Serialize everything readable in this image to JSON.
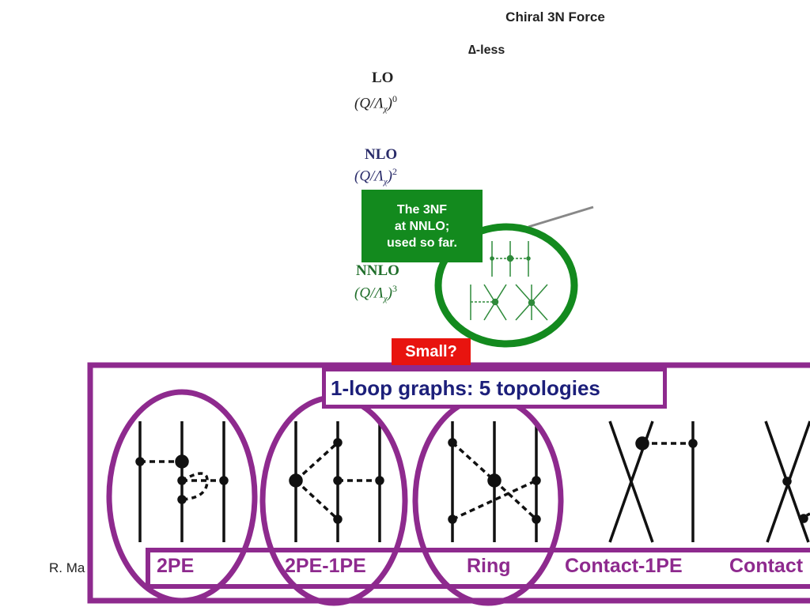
{
  "header": {
    "title": "Chiral 3N Force",
    "subtitle": "∆-less"
  },
  "orders": [
    {
      "name": "LO",
      "power": "0",
      "color": "#222222"
    },
    {
      "name": "NLO",
      "power": "2",
      "color": "#2a2c6a"
    },
    {
      "name": "NNLO",
      "power": "3",
      "color": "#1f6e2a"
    }
  ],
  "scale_text": {
    "q": "(Q/Λ",
    "chi": "χ",
    "close": ")"
  },
  "callout": {
    "text": "The 3NF\nat NNLO;\nused so far."
  },
  "small_badge": {
    "text": "Small?"
  },
  "loop_title": {
    "text": "1-loop graphs: 5 topologies"
  },
  "topologies": [
    "2PE",
    "2PE-1PE",
    "Ring",
    "Contact-1PE",
    "Contact"
  ],
  "footer": {
    "text": "R. Ma"
  },
  "colors": {
    "purple": "#8e2a8e",
    "green": "#138a1e",
    "red": "#e8140f",
    "navy": "#1c1f7a"
  }
}
